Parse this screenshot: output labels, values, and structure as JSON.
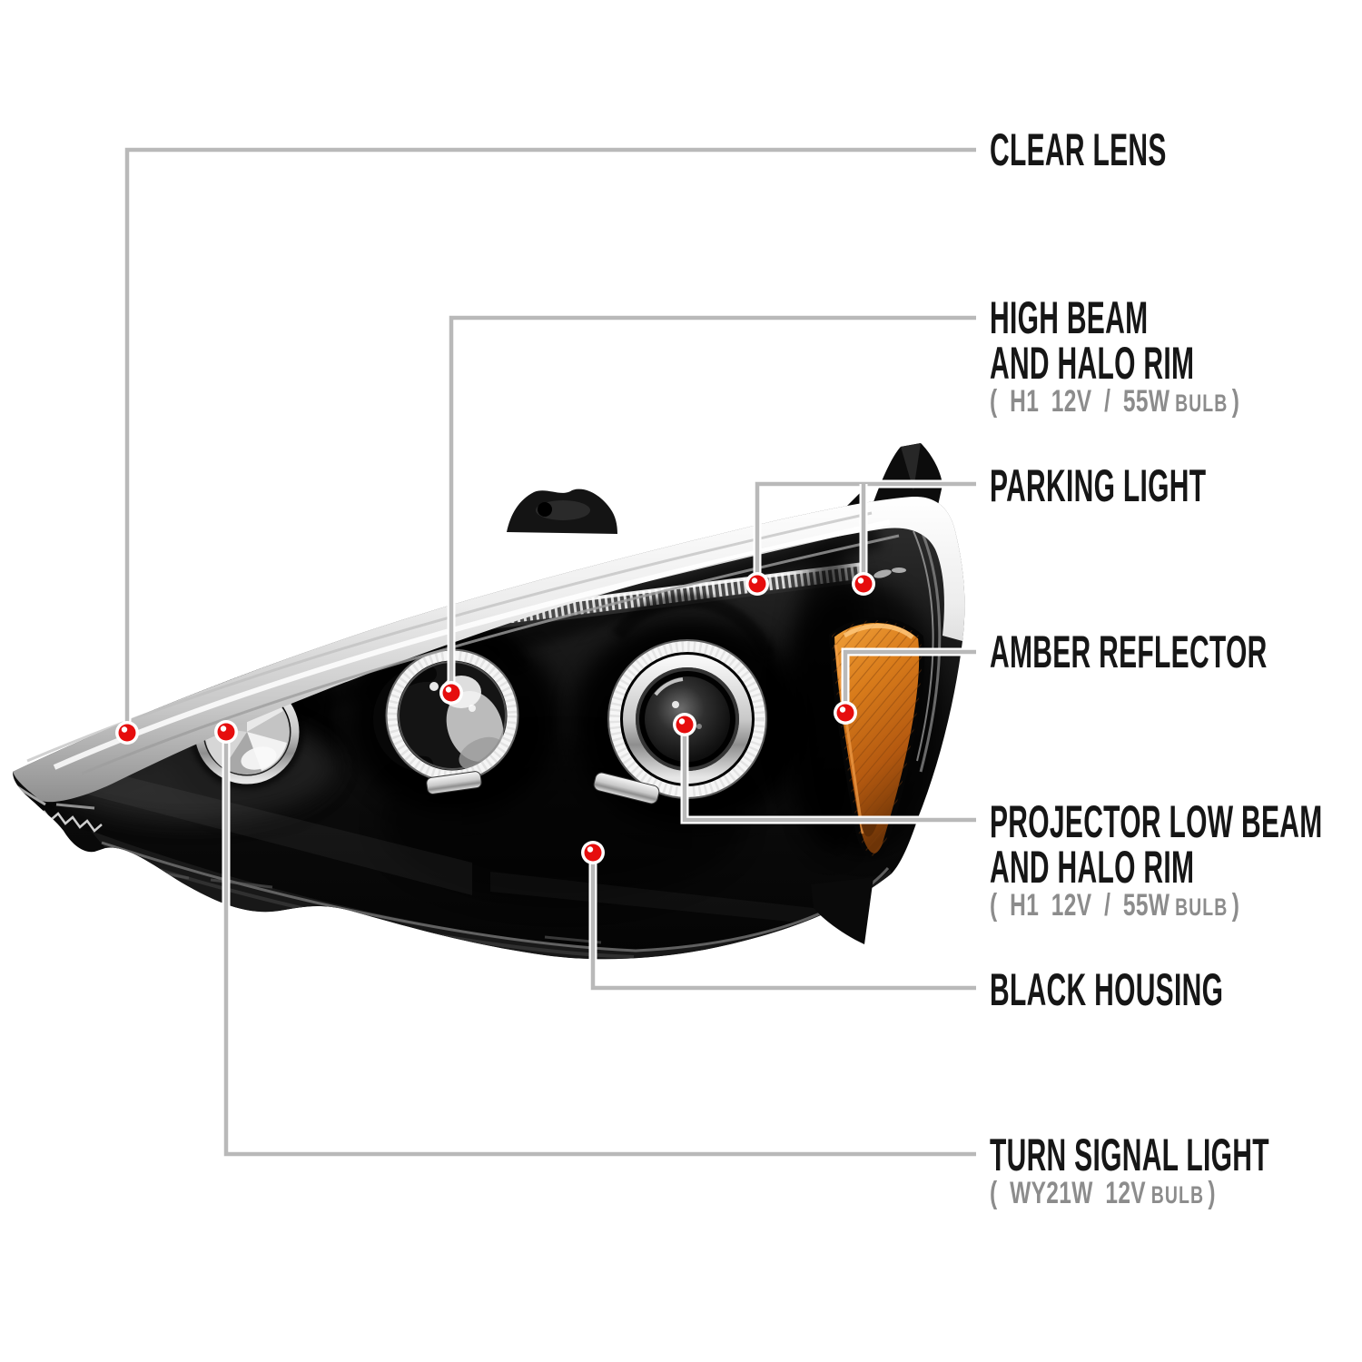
{
  "diagram_title": "headlight-features-callout-diagram",
  "colors": {
    "background": "#ffffff",
    "label_text": "#161616",
    "spec_text": "#8c8c8c",
    "leader_line": "#b9b9b9",
    "marker_red": "#e60d0d",
    "amber_reflector": "#cf6c16",
    "housing_black": "#0d0d0d"
  },
  "labels": [
    {
      "id": "clear-lens",
      "lines": [
        "CLEAR LENS"
      ]
    },
    {
      "id": "high-beam",
      "lines": [
        "HIGH BEAM",
        "AND HALO RIM"
      ],
      "spec_main": "( H1 12V / 55W",
      "spec_bulb": "BULB",
      "spec_close": ")"
    },
    {
      "id": "parking-light",
      "lines": [
        "PARKING LIGHT"
      ]
    },
    {
      "id": "amber-reflector",
      "lines": [
        "AMBER REFLECTOR"
      ]
    },
    {
      "id": "projector-low-beam",
      "lines": [
        "PROJECTOR LOW BEAM",
        "AND HALO RIM"
      ],
      "spec_main": "( H1 12V / 55W",
      "spec_bulb": "BULB",
      "spec_close": ")"
    },
    {
      "id": "black-housing",
      "lines": [
        "BLACK HOUSING"
      ]
    },
    {
      "id": "turn-signal-light",
      "lines": [
        "TURN SIGNAL LIGHT"
      ],
      "spec_main": "( WY21W 12V",
      "spec_bulb": "BULB",
      "spec_close": ")"
    }
  ]
}
